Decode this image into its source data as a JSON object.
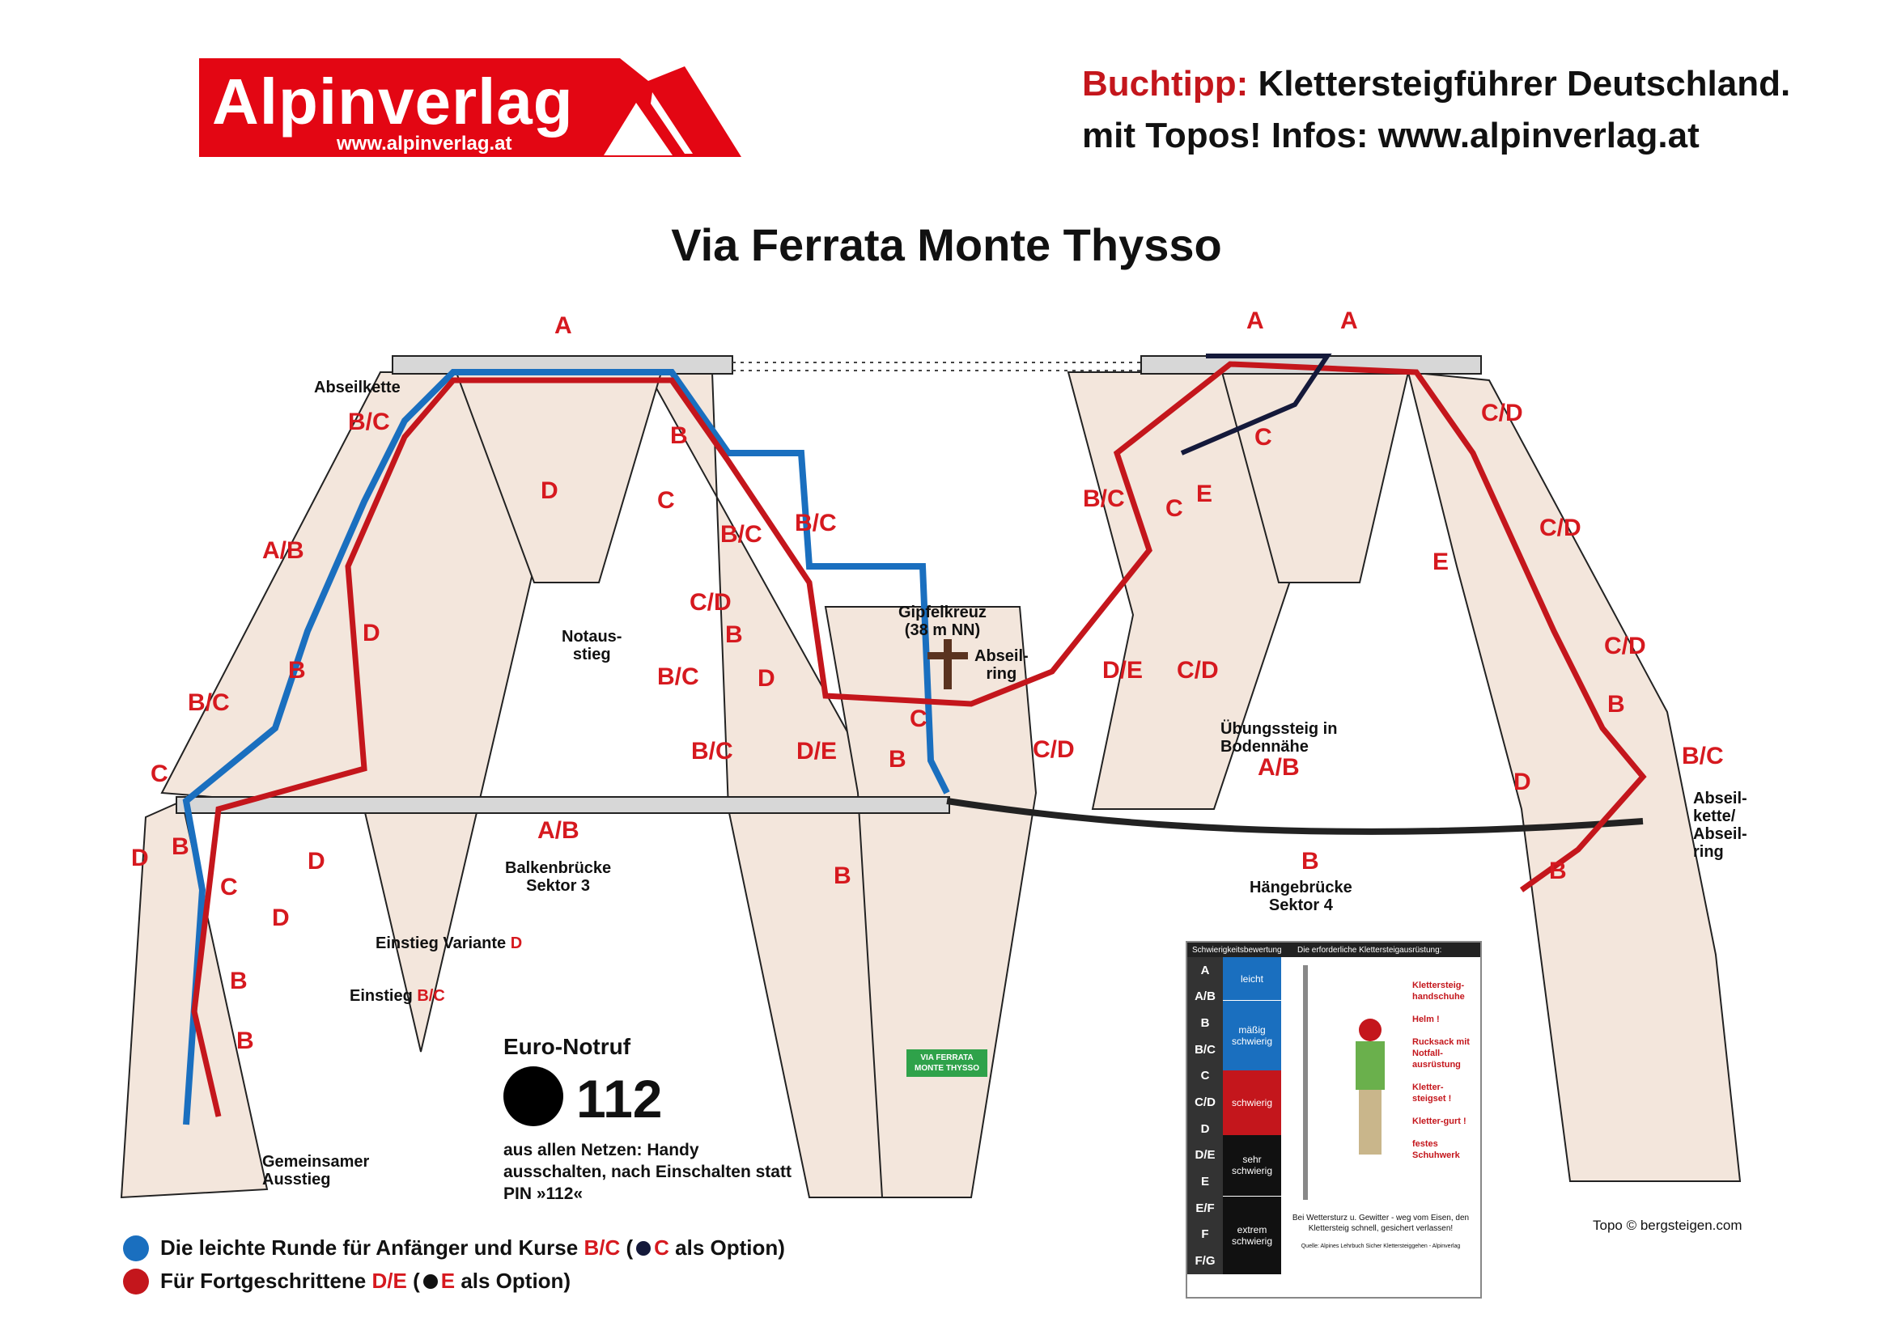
{
  "logo": {
    "wordmark": "Alpinverlag",
    "url": "www.alpinverlag.at",
    "color": "#e30613"
  },
  "promo": {
    "line1_red": "Buchtipp:",
    "line1_rest": "Klettersteigführer Deutschland.",
    "line2": "mit Topos! Infos: www.alpinverlag.at"
  },
  "title": "Via Ferrata Monte Thysso",
  "route_colors": {
    "easy": "#1a6fbf",
    "advanced": "#c4161c",
    "optional": "#14193a"
  },
  "grade_labels": [
    "A",
    "A",
    "A",
    "B/C",
    "B",
    "D",
    "C",
    "B/C",
    "B/C",
    "C/D",
    "B",
    "A/B",
    "D",
    "B",
    "B/C",
    "C",
    "D",
    "B",
    "B/C",
    "D",
    "B/C",
    "D/E",
    "C",
    "B",
    "D/E",
    "C/D",
    "C/D",
    "B/C",
    "C",
    "E",
    "C",
    "C/D",
    "E",
    "C/D",
    "C/D",
    "B",
    "B/C",
    "D",
    "B",
    "D",
    "C",
    "B",
    "B",
    "B",
    "D",
    "A/B",
    "B"
  ],
  "places": {
    "abseilkette_left": "Abseilkette",
    "notausstieg": "Notaus-\nstieg",
    "gipfelkreuz": "Gipfelkreuz\n(38 m NN)",
    "abseilring_center": "Abseil-\nring",
    "uebungssteig": "Übungssteig in\nBodennähe",
    "uebungssteig_grade": "A/B",
    "abseil_right": "Abseil-\nkette/\nAbseil-\nring",
    "balkenbruecke_grade": "A/B",
    "balkenbruecke": "Balkenbrücke\nSektor 3",
    "haengebruecke_grade": "B",
    "haengebruecke": "Hängebrücke\nSektor 4",
    "einstieg_variante": "Einstieg Variante",
    "einstieg_variante_grade": "D",
    "einstieg_bc": "Einstieg",
    "einstieg_bc_grade": "B/C",
    "gemeinsamer_ausstieg": "Gemeinsamer\nAusstieg",
    "sign": "VIA FERRATA\nMONTE THYSSO"
  },
  "notruf": {
    "title": "Euro-Notruf",
    "number": "112",
    "text": "aus allen Netzen: Handy ausschalten, nach Einschalten statt PIN »112«"
  },
  "legend": [
    {
      "color": "#1a6fbf",
      "text": "Die leichte Runde für Anfänger und Kurse",
      "grade": "B/C",
      "opt_prefix": "(",
      "opt_grade": "C",
      "opt_suffix": "als Option)"
    },
    {
      "color": "#c4161c",
      "text": "Für Fortgeschrittene",
      "grade": "D/E",
      "opt_prefix": "(",
      "opt_grade": "E",
      "opt_suffix": "als Option)"
    }
  ],
  "gear_chart": {
    "header_left": "Schwierigkeitsbewertung",
    "header_right": "Die erforderliche Klettersteigausrüstung:",
    "grades": [
      "A",
      "A/B",
      "B",
      "B/C",
      "C",
      "C/D",
      "D",
      "D/E",
      "E",
      "E/F",
      "F",
      "F/G"
    ],
    "levels": [
      {
        "label": "leicht",
        "color": "#1a6fbf"
      },
      {
        "label": "mäßig schwierig",
        "color": "#1a6fbf"
      },
      {
        "label": "schwierig",
        "color": "#c4161c"
      },
      {
        "label": "sehr schwierig",
        "color": "#111111"
      },
      {
        "label": "extrem schwierig",
        "color": "#111111"
      }
    ],
    "equipment": [
      "Klettersteig-handschuhe",
      "Helm !",
      "Rucksack mit Notfall-ausrüstung",
      "Kletter-steigset !",
      "Kletter-gurt !",
      "festes Schuhwerk"
    ],
    "warning": "Bei Wettersturz u. Gewitter - weg vom Eisen, den Klettersteig schnell, gesichert verlassen!",
    "source": "Quelle: Alpines Lehrbuch Sicher Klettersteiggehen - Alpinverlag"
  },
  "credit": "Topo © bergsteigen.com"
}
